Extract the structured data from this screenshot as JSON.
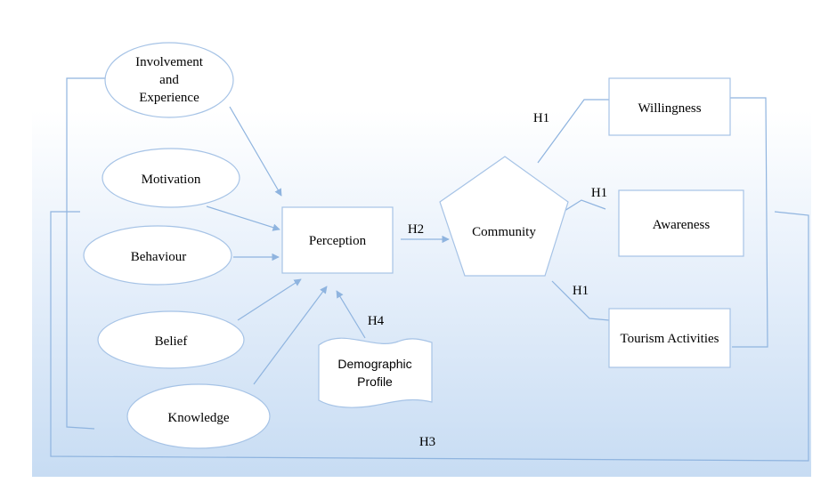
{
  "nodes": {
    "involvement": [
      "Involvement",
      "and",
      "Experience"
    ],
    "motivation": "Motivation",
    "behaviour": "Behaviour",
    "belief": "Belief",
    "knowledge": "Knowledge",
    "perception": "Perception",
    "community": "Community",
    "willingness": "Willingness",
    "awareness": "Awareness",
    "tourism": "Tourism Activities",
    "demographic": [
      "Demographic",
      "Profile"
    ]
  },
  "labels": {
    "h1_top": "H1",
    "h1_mid": "H1",
    "h1_bottom": "H1",
    "h2": "H2",
    "h3": "H3",
    "h4": "H4"
  },
  "colors": {
    "line": "#8fb4df",
    "node_stroke": "#a6c3e6",
    "node_fill": "#ffffff"
  }
}
